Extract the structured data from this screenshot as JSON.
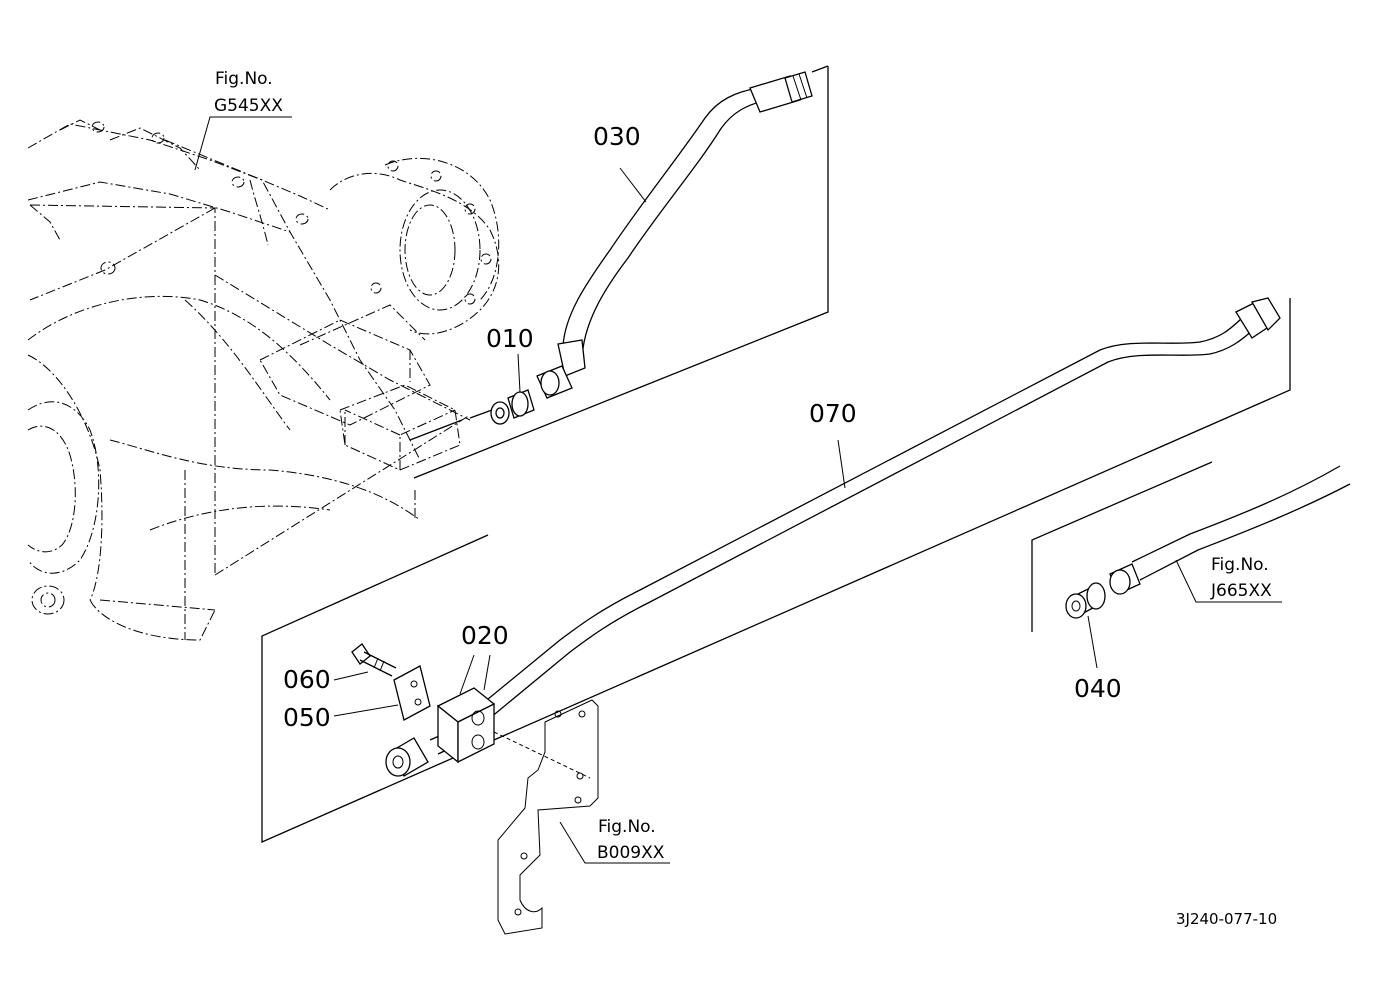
{
  "parts": {
    "p010": "010",
    "p020": "020",
    "p030": "030",
    "p040": "040",
    "p050": "050",
    "p060": "060",
    "p070": "070"
  },
  "figure_refs": {
    "g545": {
      "title": "Fig.No.",
      "code": "G545XX"
    },
    "j665": {
      "title": "Fig.No.",
      "code": "J665XX"
    },
    "b009": {
      "title": "Fig.No.",
      "code": "B009XX"
    }
  },
  "drawing_code": "3J240-077-10"
}
